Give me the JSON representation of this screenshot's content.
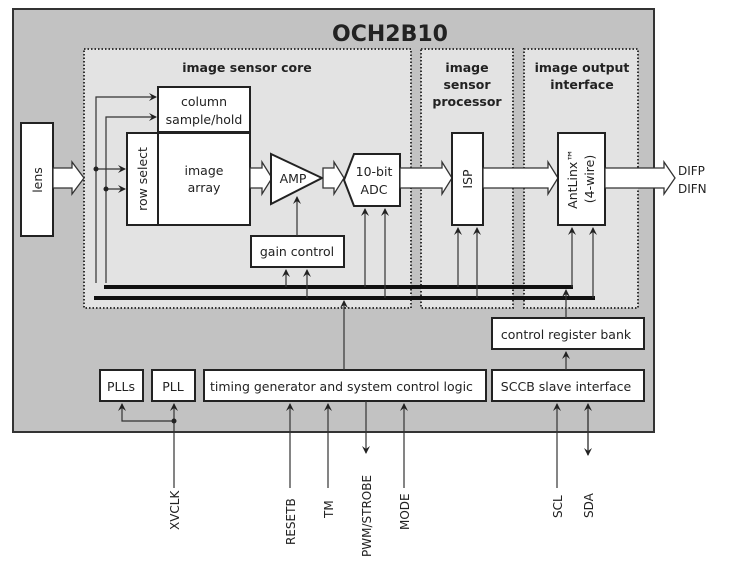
{
  "chip": {
    "title": "OCH2B10"
  },
  "sections": {
    "core": "image sensor core",
    "isp_line1": "image",
    "isp_line2": "sensor",
    "isp_line3": "processor",
    "output_line1": "image output",
    "output_line2": "interface"
  },
  "blocks": {
    "lens": "lens",
    "column_line1": "column",
    "column_line2": "sample/hold",
    "row_select": "row select",
    "array_line1": "image",
    "array_line2": "array",
    "amp": "AMP",
    "adc_line1": "10-bit",
    "adc_line2": "ADC",
    "gain": "gain control",
    "isp": "ISP",
    "antlinx_line1": "AntLinx™",
    "antlinx_line2": "(4-wire)",
    "control_register": "control register bank",
    "plls": "PLLs",
    "pll": "PLL",
    "timing": "timing generator and system control logic",
    "sccb": "SCCB slave interface"
  },
  "outputs": {
    "difp": "DIFP",
    "difn": "DIFN"
  },
  "pins": {
    "xvclk": "XVCLK",
    "resetb": "RESETB",
    "tm": "TM",
    "pwm_strobe": "PWM/STROBE",
    "mode": "MODE",
    "scl": "SCL",
    "sda": "SDA"
  },
  "colors": {
    "chip_bg": "#c2c2c2",
    "section_bg": "#e3e3e3",
    "block_bg": "#ffffff",
    "line": "#222222"
  }
}
